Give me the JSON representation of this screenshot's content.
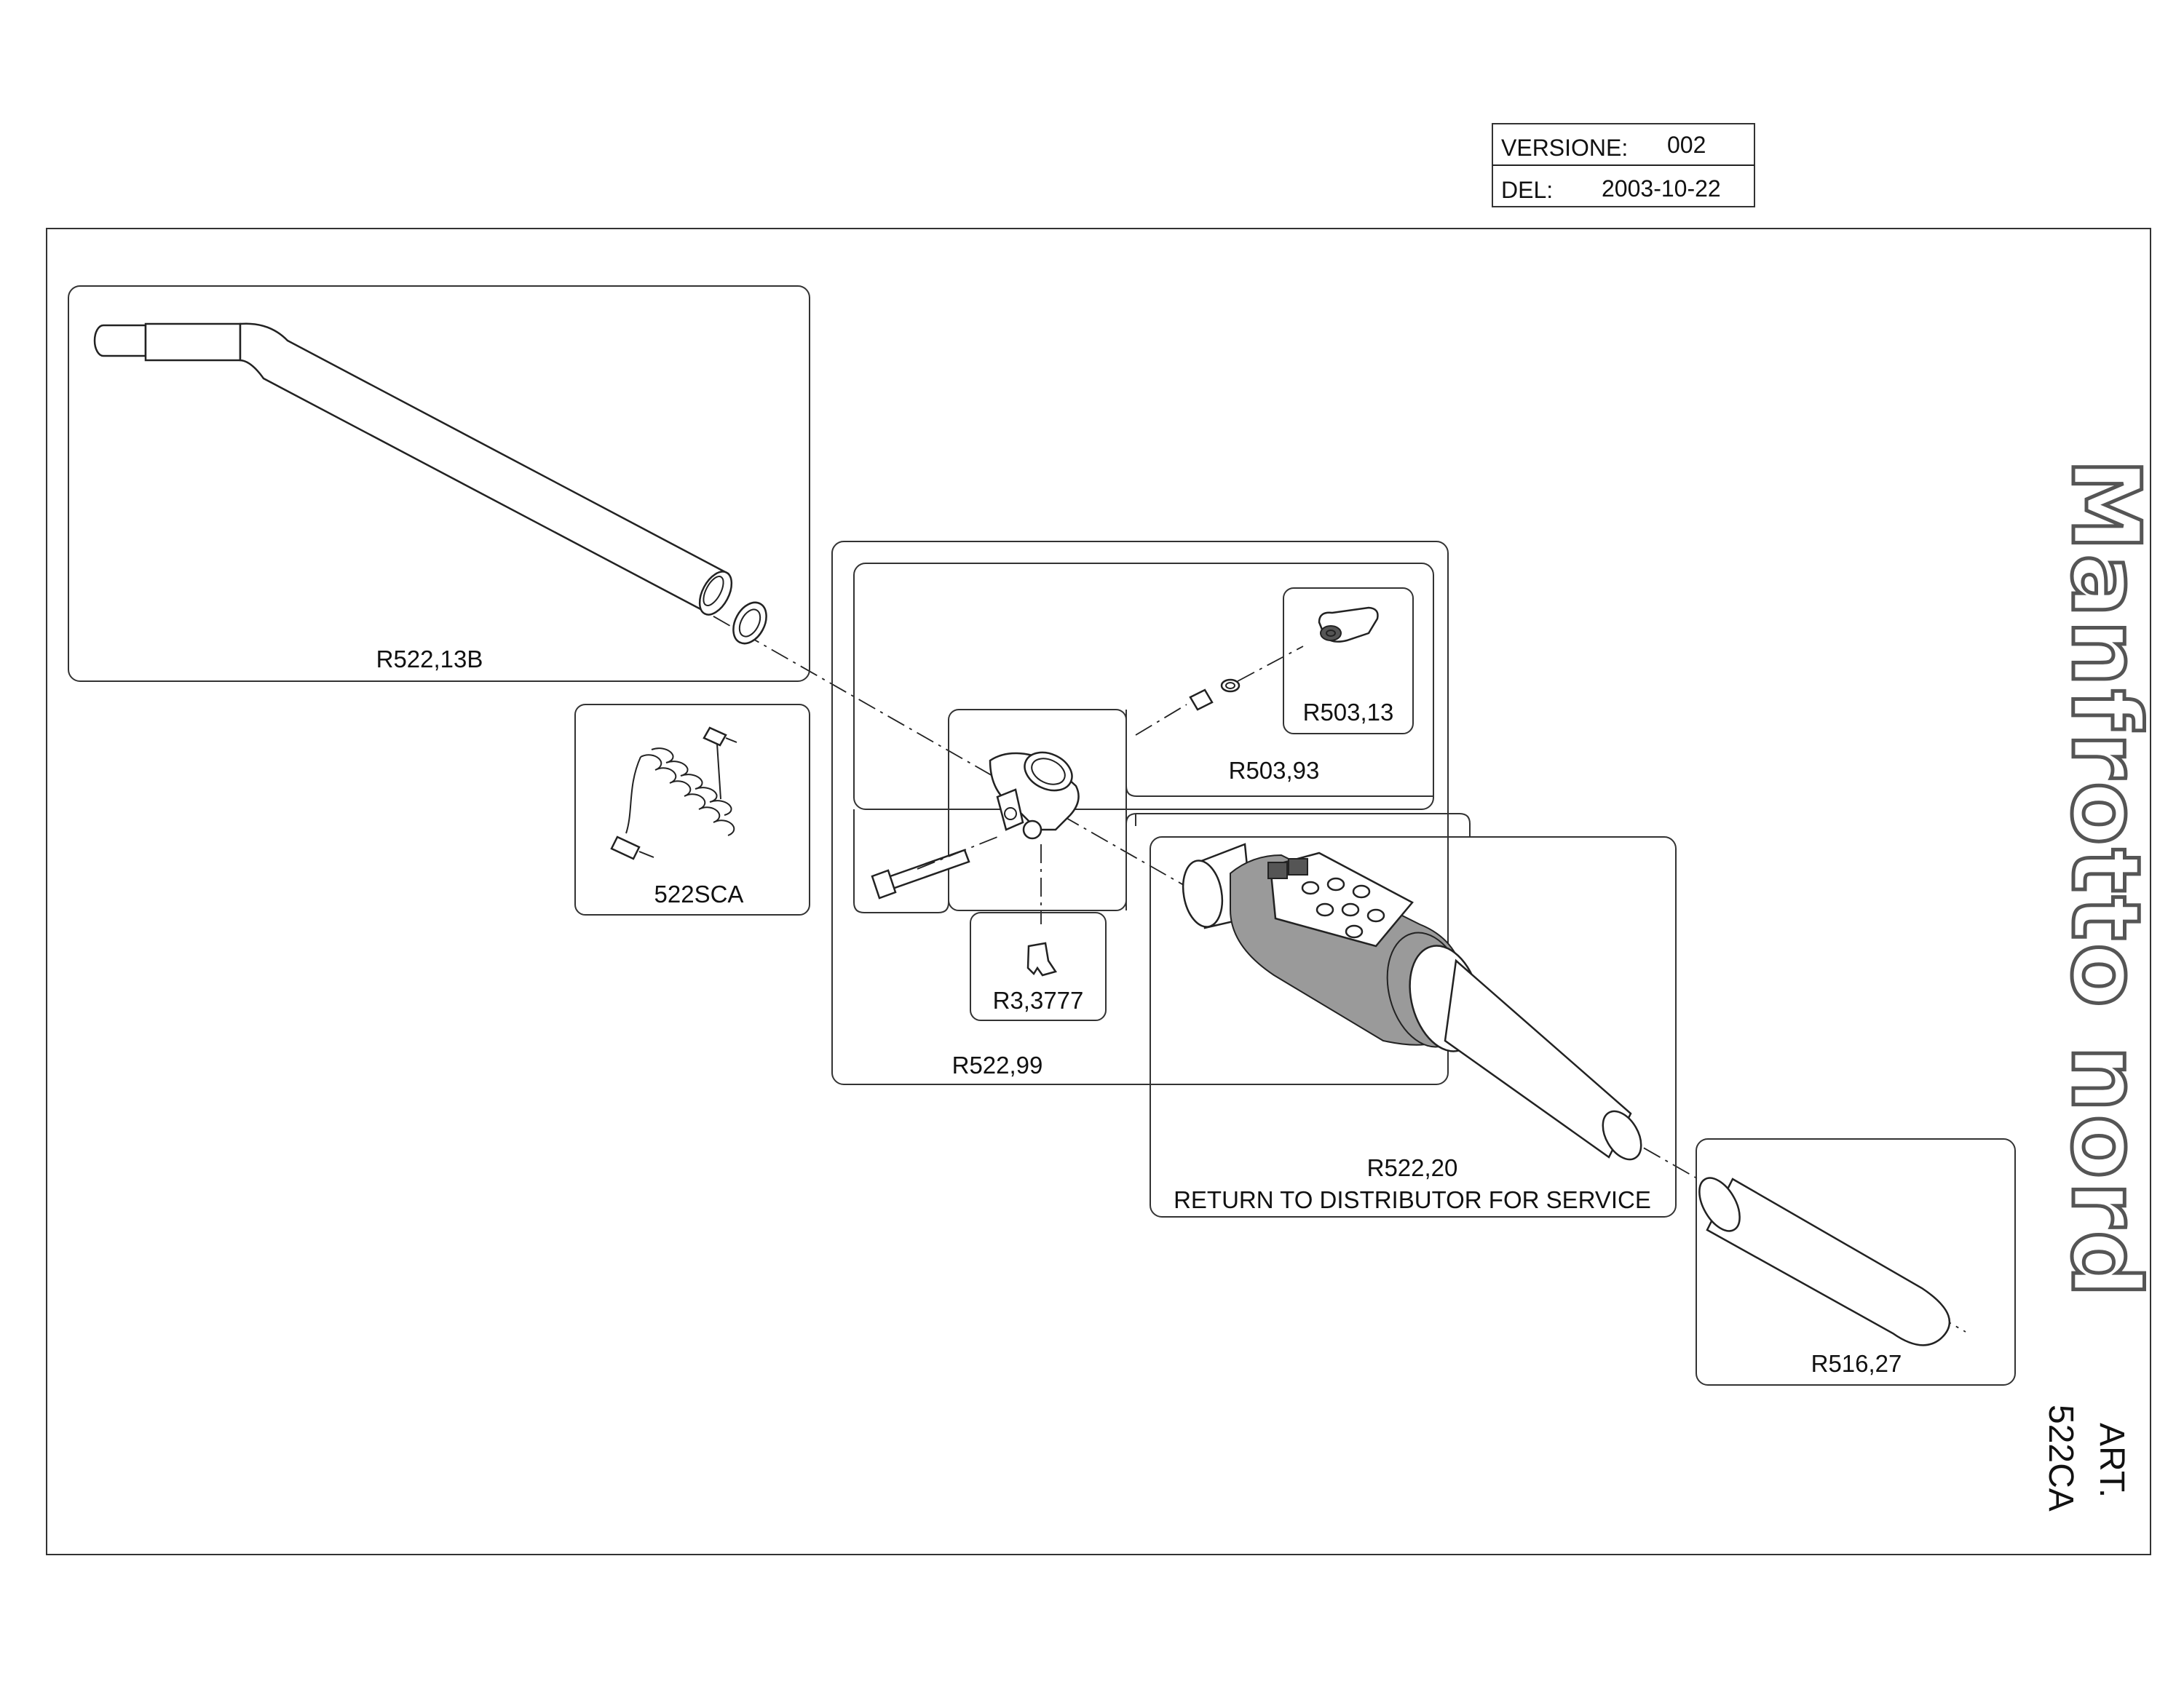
{
  "title_block": {
    "version_label": "VERSIONE:",
    "version_value": "002",
    "date_label": "DEL:",
    "date_value": "2003-10-22"
  },
  "brand": "Manfrotto nord",
  "article": {
    "label": "ART.",
    "code": "522CA"
  },
  "parts": {
    "tube": "R522,13B",
    "cable": "522SCA",
    "clamp_assembly": "R522,99",
    "lever_assembly": "R503,93",
    "lever": "R503,13",
    "clip": "R3,3777",
    "handle": "R522,20",
    "handle_note": "RETURN TO DISTRIBUTOR FOR SERVICE",
    "grip": "R516,27"
  }
}
